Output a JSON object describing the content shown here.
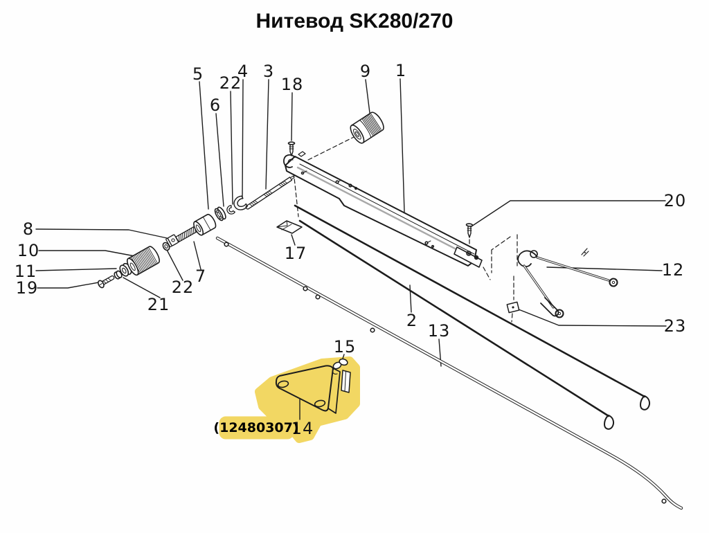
{
  "title": "Нитевод SK280/270",
  "highlight": {
    "code": "(12480307)",
    "color": "#F2D763",
    "highlighted_part_number": "14"
  },
  "labels": {
    "p1": "1",
    "p2": "2",
    "p3": "3",
    "p4": "4",
    "p5": "5",
    "p6": "6",
    "p7": "7",
    "p8": "8",
    "p9": "9",
    "p10": "10",
    "p11": "11",
    "p12": "12",
    "p13": "13",
    "p14": "14",
    "p15": "15",
    "p17": "17",
    "p18": "18",
    "p19": "19",
    "p20": "20",
    "p21": "21",
    "p22a": "22",
    "p22b": "22",
    "p23": "23"
  }
}
